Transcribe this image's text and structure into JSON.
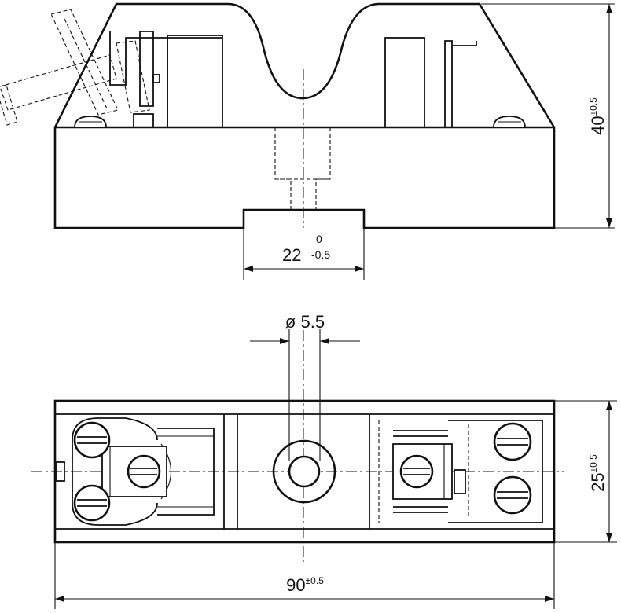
{
  "dimensions": {
    "height": {
      "base": "40",
      "tol": "±0.5"
    },
    "foot_width": {
      "base": "22",
      "upper": "0",
      "lower": "-0.5"
    },
    "hole": {
      "text": "ø 5.5"
    },
    "width": {
      "base": "25",
      "tol": "±0.5"
    },
    "length": {
      "base": "90",
      "tol": "±0.5"
    }
  }
}
